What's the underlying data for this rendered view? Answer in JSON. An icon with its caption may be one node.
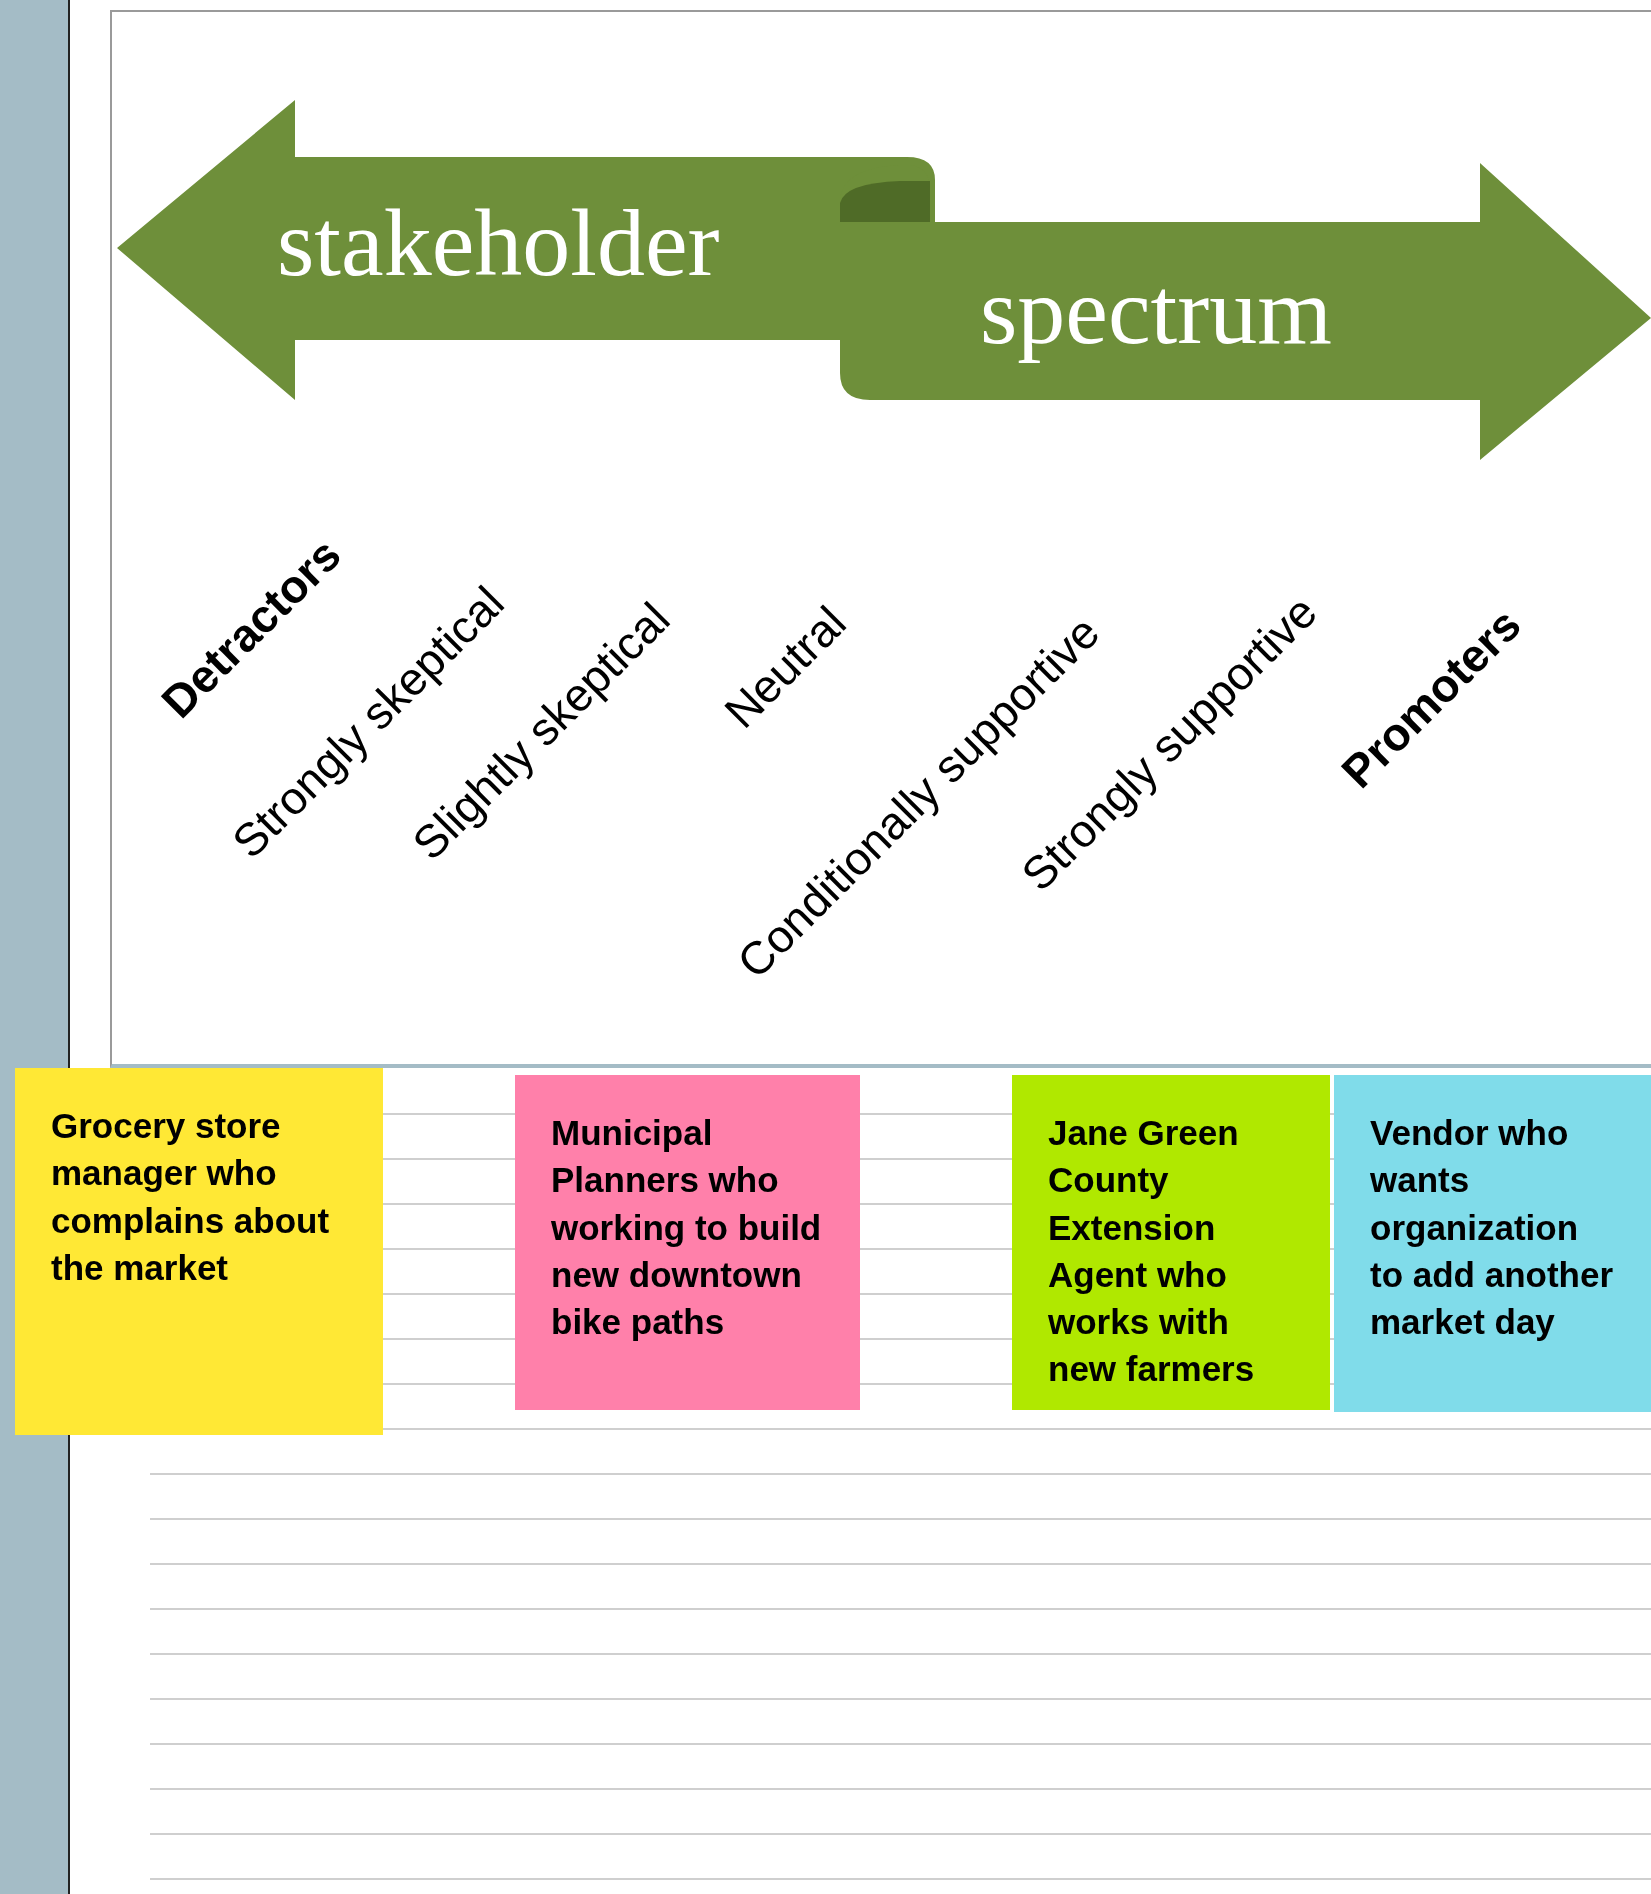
{
  "diagram": {
    "nodes": [
      {
        "text": [
          "stakeholder"
        ]
      },
      {
        "text": [
          "spectrum"
        ]
      },
      {
        "text": [
          "Grocery store manager who complains about the market"
        ]
      },
      {
        "text": [
          "Municipal Planners who working to build new downtown bike paths"
        ]
      },
      {
        "text": [
          "Jane Green County Extension Agent who works with new farmers"
        ]
      },
      {
        "text": [
          "Vendor who wants organization to add another market day"
        ]
      }
    ],
    "labels": [
      "Detractors",
      "Strongly skeptical",
      "Slightly skeptical",
      "Neutral",
      "Conditionally supportive",
      "Strongly supportive",
      "Promoters"
    ]
  }
}
